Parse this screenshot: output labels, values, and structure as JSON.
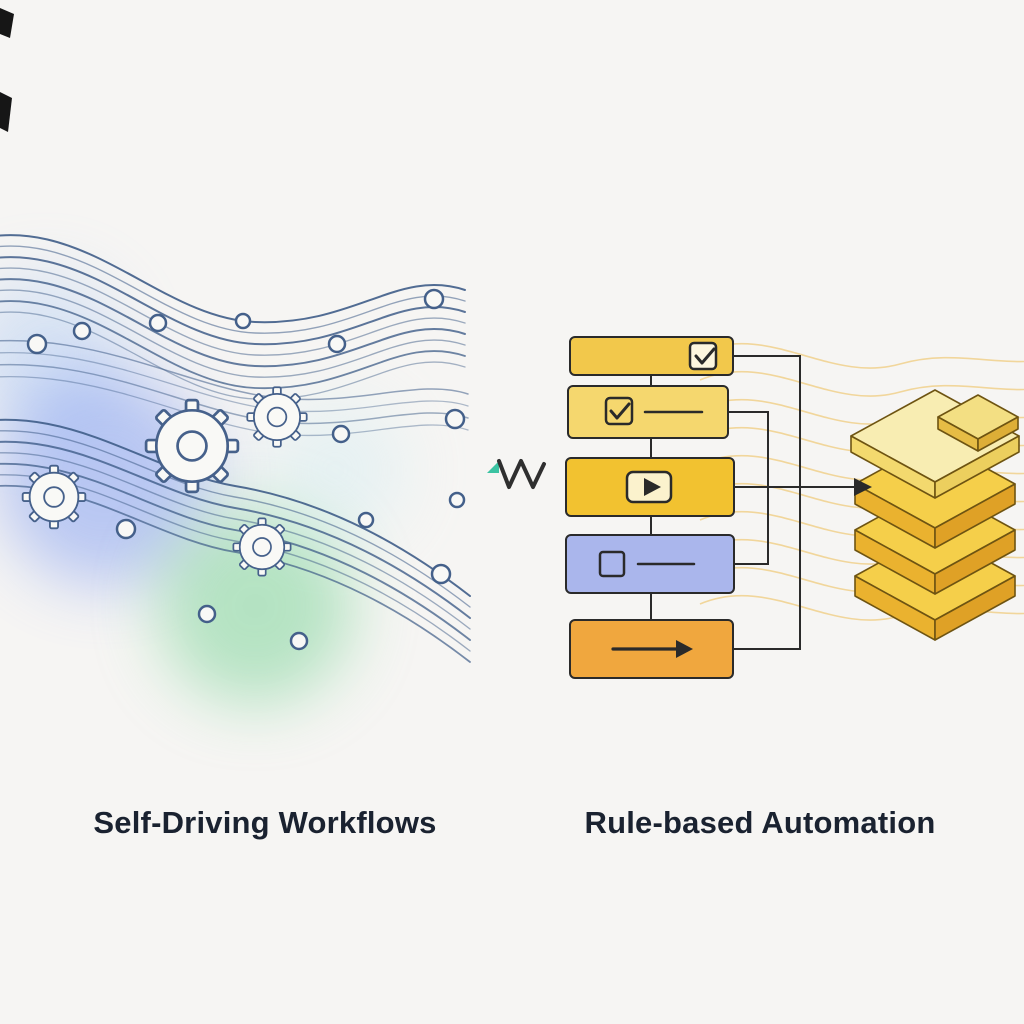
{
  "comparison": {
    "vs_icon": "vs-squiggle-icon",
    "left": {
      "label": "Self-Driving Workflows",
      "motif": {
        "icons": [
          "gear-icon",
          "node-dot-icon",
          "flow-wave-lines"
        ],
        "glow_colors": [
          "#6f90f2",
          "#74d193",
          "#9cc0f5"
        ]
      }
    },
    "right": {
      "label": "Rule-based Automation",
      "flow_steps": [
        {
          "icon": "checkbox-checked-icon",
          "fill": "#f2c84b"
        },
        {
          "icon": "checkbox-with-line-icon",
          "fill": "#f5d76e"
        },
        {
          "icon": "play-button-icon",
          "fill": "#f2c230"
        },
        {
          "icon": "square-with-line-icon",
          "fill": "#aab6ec"
        },
        {
          "icon": "arrow-right-icon",
          "fill": "#f0a73e"
        }
      ],
      "output_icon": "layer-stack-icon",
      "stack_colors": {
        "pale": "#f8edb2",
        "gold": "#f5cf4a",
        "amber": "#eab22f"
      }
    }
  },
  "colors": {
    "background": "#f6f5f3",
    "wave_line": "#3f5d88",
    "outline": "#2a2a2a",
    "accent_teal": "#3bc3a2",
    "orange_wave": "#eebd55",
    "label_text": "#1a2230"
  }
}
